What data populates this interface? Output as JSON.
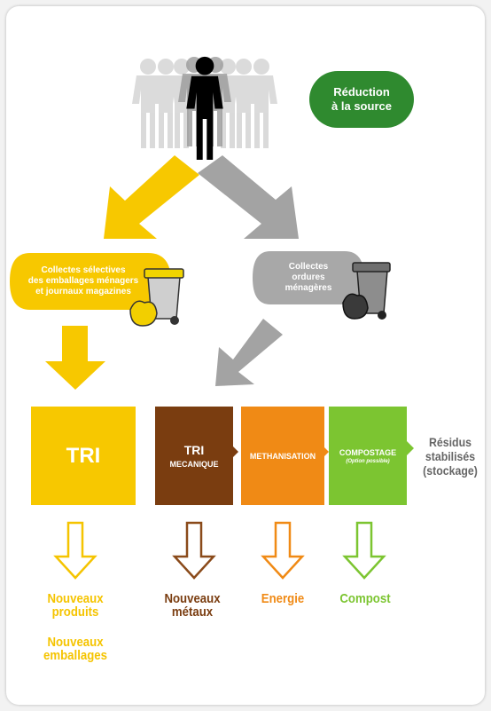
{
  "colors": {
    "yellow": "#f7c800",
    "yellow_text": "#f5c400",
    "gray": "#aaaaaa",
    "green_dark": "#2f8a2f",
    "brown": "#7a3d10",
    "orange": "#f08a15",
    "green": "#7cc531",
    "dark_text": "#666666"
  },
  "reduction": {
    "line1": "Réduction",
    "line2": "à la source"
  },
  "selective_collection": {
    "line1": "Collectes sélectives",
    "line2": "des emballages ménagers",
    "line3": "et journaux magazines"
  },
  "household_collection": {
    "line1": "Collectes",
    "line2": "ordures",
    "line3": "ménagères"
  },
  "boxes": {
    "tri": "TRI",
    "tri_mecanique_line1": "TRI",
    "tri_mecanique_line2": "MECANIQUE",
    "methanisation": "METHANISATION",
    "compostage": "COMPOSTAGE",
    "compostage_note": "(Option possible)"
  },
  "residus": {
    "line1": "Résidus",
    "line2": "stabilisés",
    "line3": "(stockage)"
  },
  "outputs": {
    "nouveaux_produits_line1": "Nouveaux",
    "nouveaux_produits_line2": "produits",
    "nouveaux_emballages_line1": "Nouveaux",
    "nouveaux_emballages_line2": "emballages",
    "nouveaux_metaux_line1": "Nouveaux",
    "nouveaux_metaux_line2": "métaux",
    "energie": "Energie",
    "compost": "Compost"
  }
}
